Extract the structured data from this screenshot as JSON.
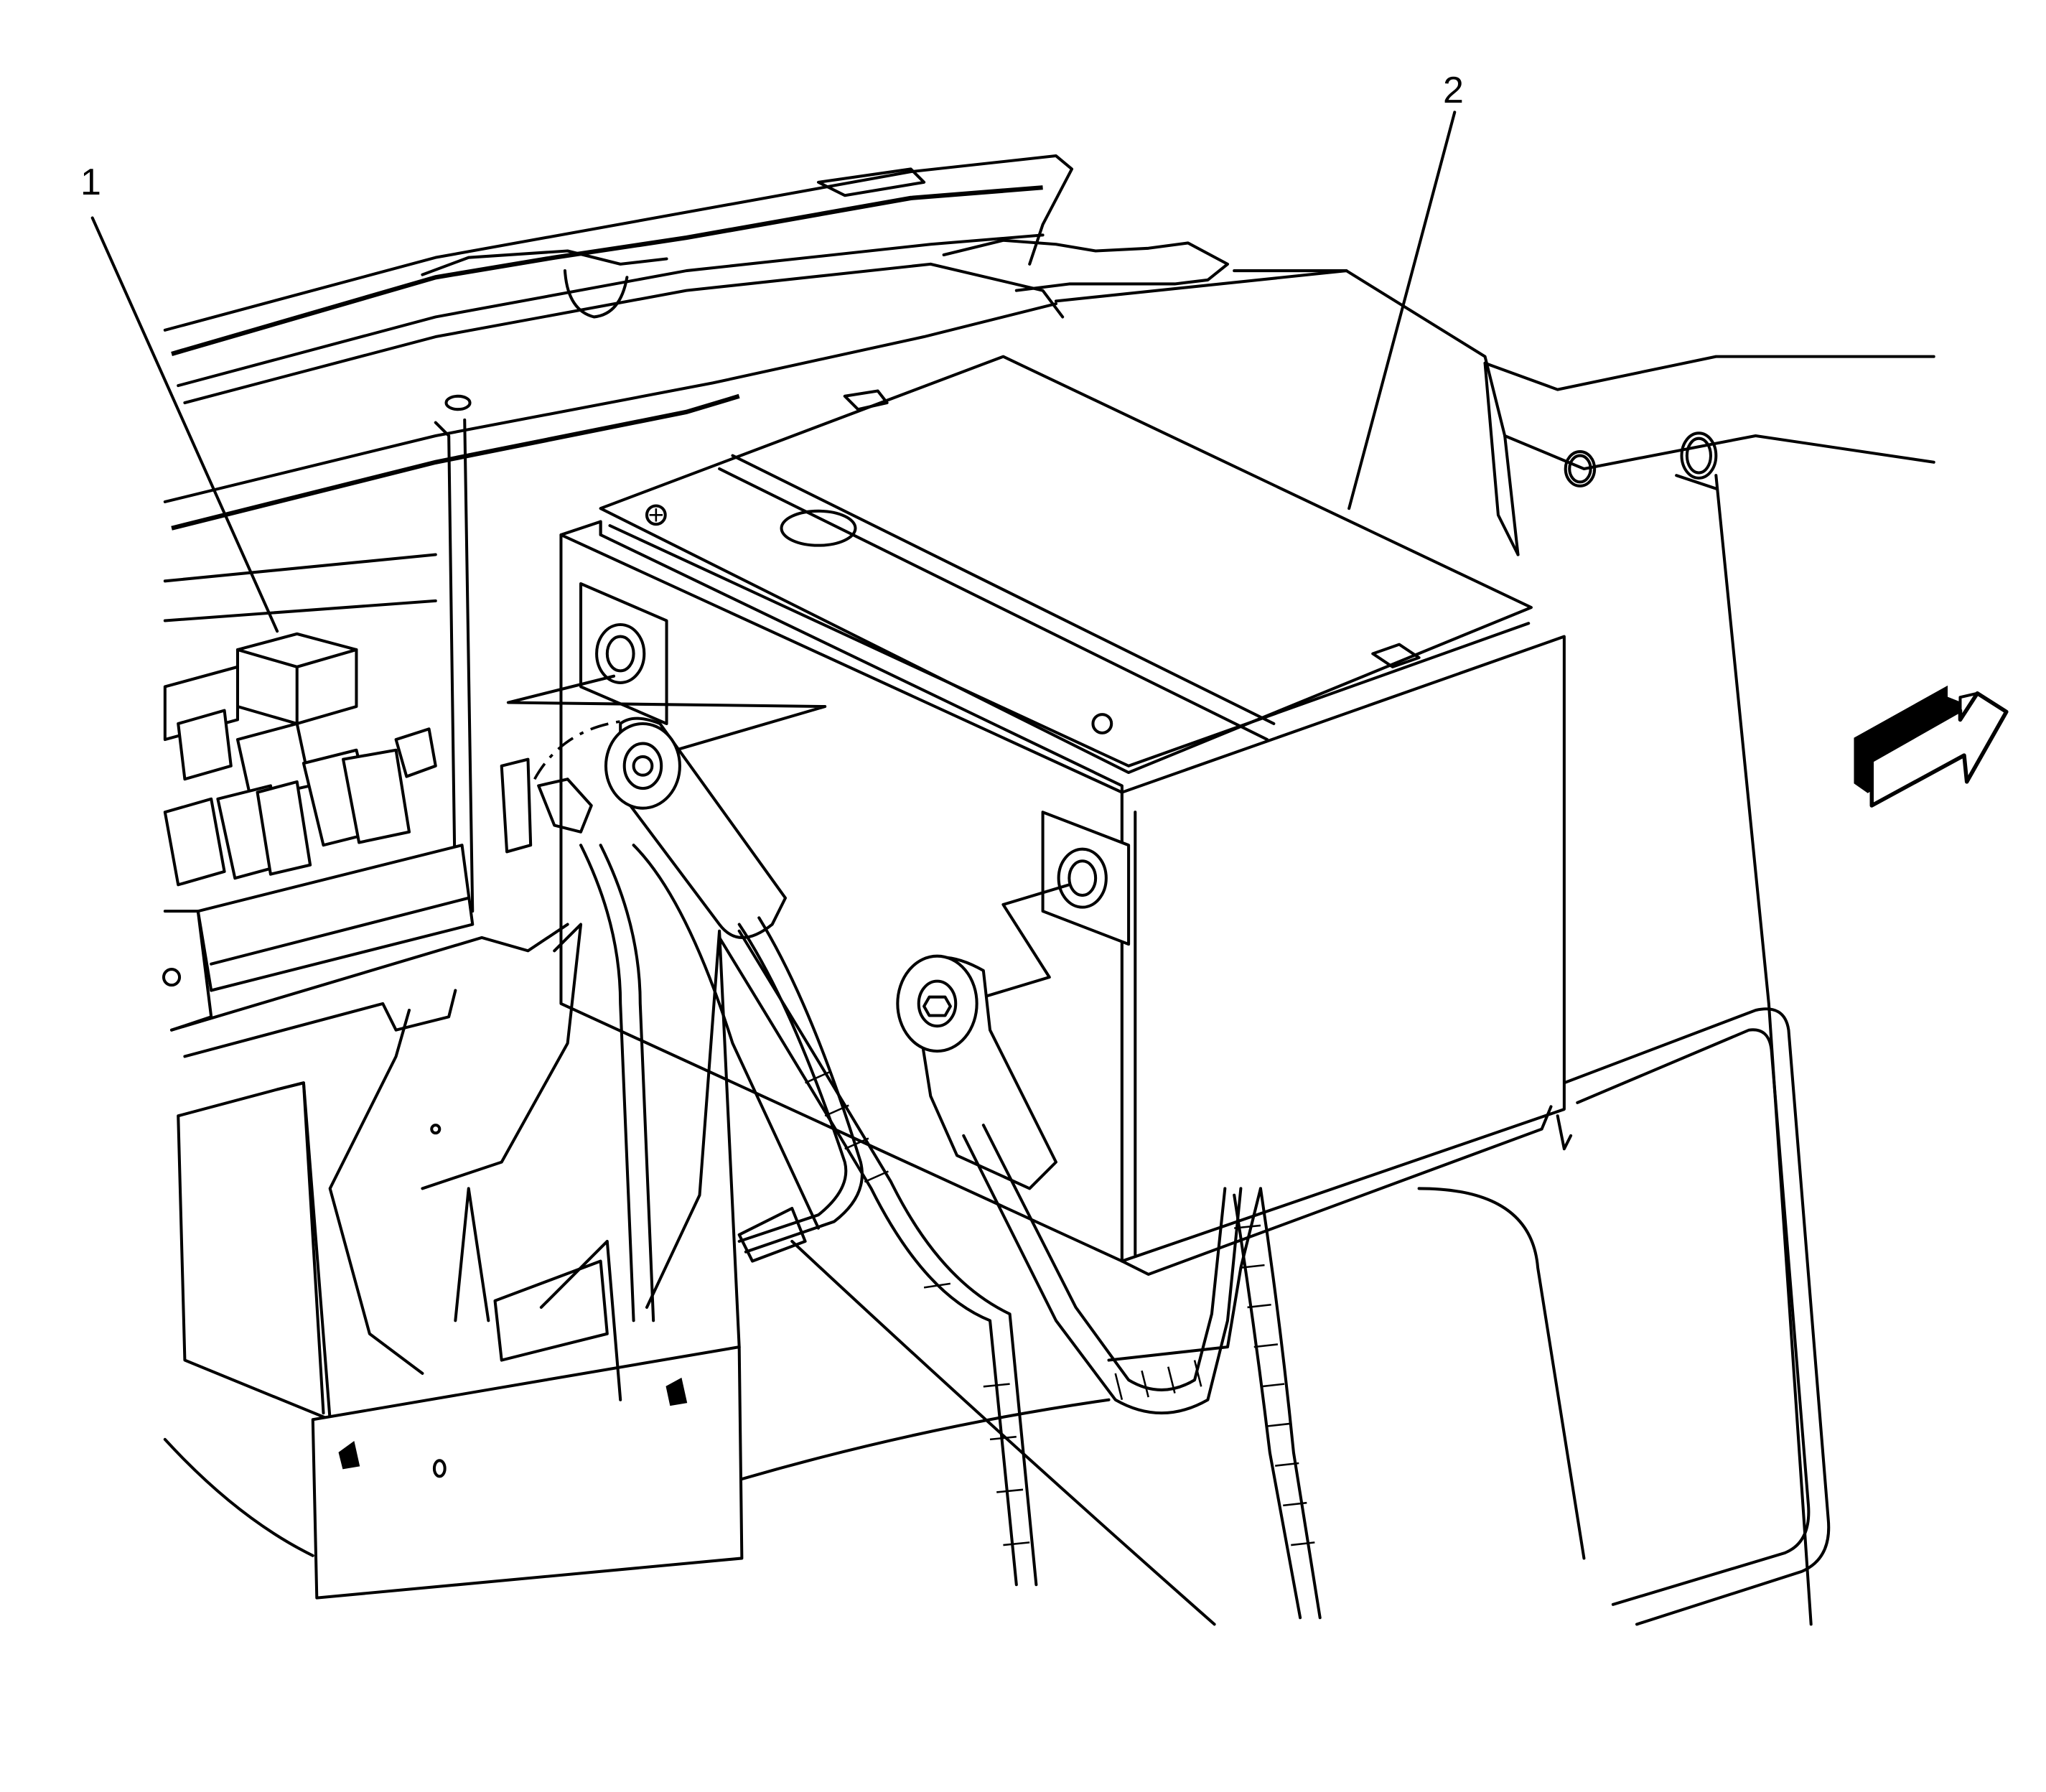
{
  "diagram": {
    "type": "vehicle service illustration",
    "subject": "Engine compartment: underhood fuse block and battery with cables",
    "background_color": "#ffffff",
    "line_color": "#000000"
  },
  "callouts": [
    {
      "id": "1",
      "label": "1",
      "points_to": "underhood fuse/relay block"
    },
    {
      "id": "2",
      "label": "2",
      "points_to": "battery"
    }
  ],
  "direction_indicator": {
    "icon": "front-of-vehicle-arrow-icon"
  }
}
